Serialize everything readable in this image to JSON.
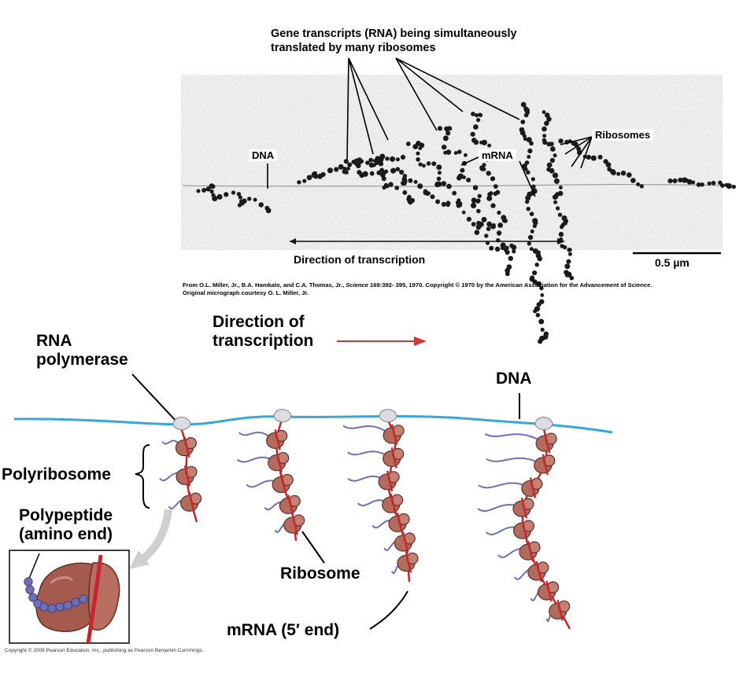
{
  "micrograph": {
    "title_line1": "Gene transcripts (RNA) being simultaneously",
    "title_line2": "translated by many ribosomes",
    "label_dna": "DNA",
    "label_mrna": "mRNA",
    "label_ribosomes": "Ribosomes",
    "direction_label": "Direction of transcription",
    "scale_label": "0.5 µm",
    "credit_line1_a": "From O.L. Miller, Jr., B.A. Hamkalo, and C.A. Thomas, Jr., ",
    "credit_line1_journal": "Science",
    "credit_line1_b": " 169:392- 395, 1970. Copyright © 1970 by the American Association for the Advancement of Science.",
    "credit_line2": "Original micrograph courtesy O. L. Miller, Jr."
  },
  "diagram": {
    "rna_polymerase_line1": "RNA",
    "rna_polymerase_line2": "polymerase",
    "direction_line1": "Direction of",
    "direction_line2": "transcription",
    "label_dna": "DNA",
    "label_polyribosome": "Polyribosome",
    "polypeptide_line1": "Polypeptide",
    "polypeptide_line2": "(amino end)",
    "label_ribosome": "Ribosome",
    "label_mrna_end": "mRNA (5′ end)",
    "copyright": "Copyright © 2008 Pearson Education, Inc., publishing as Pearson Benjamin Cummings.",
    "colors": {
      "dna": "#3aa6d8",
      "mrna": "#c8262b",
      "ribosome": "#b56a5e",
      "polypeptide": "#6f6fb8",
      "arrow": "#d0373a"
    }
  }
}
